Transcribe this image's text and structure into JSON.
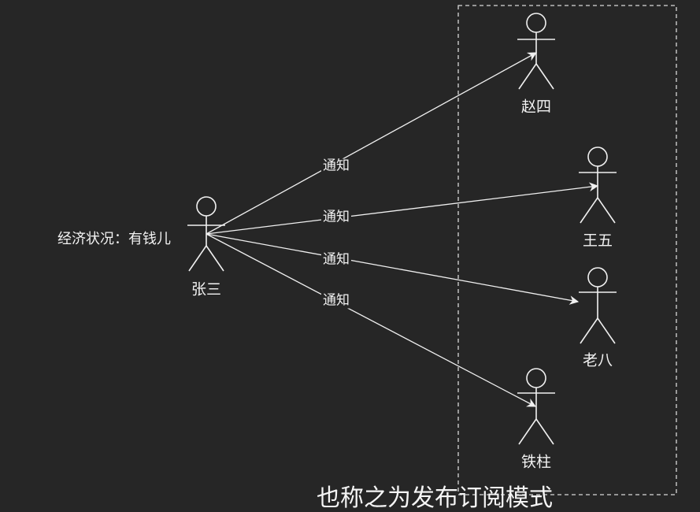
{
  "publisher": {
    "name": "张三",
    "note": "经济状况：有钱儿"
  },
  "subscribers": [
    {
      "name": "赵四"
    },
    {
      "name": "王五"
    },
    {
      "name": "老八"
    },
    {
      "name": "铁柱"
    }
  ],
  "edges": [
    {
      "label": "通知"
    },
    {
      "label": "通知"
    },
    {
      "label": "通知"
    },
    {
      "label": "通知"
    }
  ],
  "caption": "也称之为发布订阅模式",
  "colors": {
    "background": "#262626",
    "stroke": "#f0f0f0",
    "text": "#f2f2f2"
  },
  "icons": {
    "actor": "stick-figure-icon"
  }
}
